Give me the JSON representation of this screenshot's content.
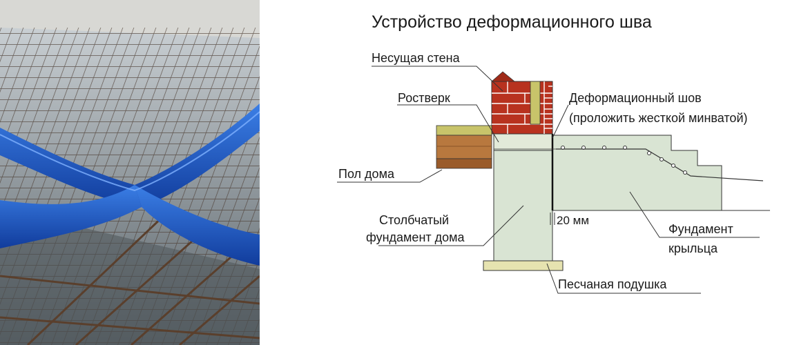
{
  "diagram": {
    "title": "Устройство деформационного шва",
    "labels": {
      "wall": "Несущая стена",
      "grillage": "Ростверк",
      "joint_line1": "Деформационный шов",
      "joint_line2": "(проложить жесткой минватой)",
      "floor": "Пол дома",
      "column_line1": "Столбчатый",
      "column_line2": "фундамент дома",
      "gap": "20 мм",
      "porch_line1": "Фундамент",
      "porch_line2": "крыльца",
      "sand": "Песчаная подушка"
    }
  },
  "colors": {
    "concrete": "#d9e4d3",
    "brick": "#b8321f",
    "mortar": "#ffffff",
    "insulation": "#c8c46a",
    "sand": "#e6e3b0",
    "floor_wood": "#b8783e",
    "joint_strip": "#1f5fd0"
  }
}
